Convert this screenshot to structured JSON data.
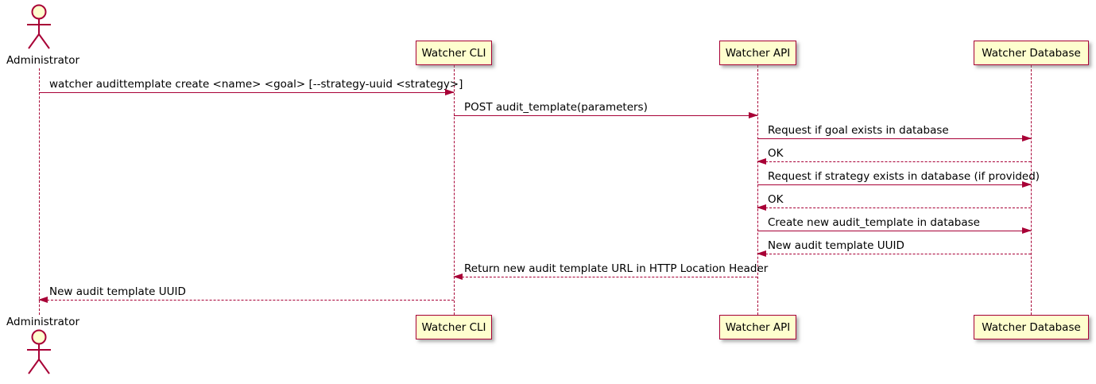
{
  "diagram_type": "sequence",
  "colors": {
    "accent": "#A80036",
    "participant_fill": "#FEFECE",
    "text": "#000000",
    "background": "#FFFFFF"
  },
  "participants": [
    {
      "label": "Administrator",
      "type": "actor"
    },
    {
      "label": "Watcher CLI",
      "type": "participant"
    },
    {
      "label": "Watcher API",
      "type": "participant"
    },
    {
      "label": "Watcher Database",
      "type": "participant"
    }
  ],
  "messages": [
    {
      "from": "Administrator",
      "to": "Watcher CLI",
      "style": "solid",
      "label": "watcher audittemplate create <name> <goal> [--strategy-uuid <strategy>]"
    },
    {
      "from": "Watcher CLI",
      "to": "Watcher API",
      "style": "solid",
      "label": "POST audit_template(parameters)"
    },
    {
      "from": "Watcher API",
      "to": "Watcher Database",
      "style": "solid",
      "label": "Request if goal exists in database"
    },
    {
      "from": "Watcher Database",
      "to": "Watcher API",
      "style": "dashed",
      "label": "OK"
    },
    {
      "from": "Watcher API",
      "to": "Watcher Database",
      "style": "solid",
      "label": "Request if strategy exists in database (if provided)"
    },
    {
      "from": "Watcher Database",
      "to": "Watcher API",
      "style": "dashed",
      "label": "OK"
    },
    {
      "from": "Watcher API",
      "to": "Watcher Database",
      "style": "solid",
      "label": "Create new audit_template in database"
    },
    {
      "from": "Watcher Database",
      "to": "Watcher API",
      "style": "dashed",
      "label": "New audit template UUID"
    },
    {
      "from": "Watcher API",
      "to": "Watcher CLI",
      "style": "dashed",
      "label": "Return new audit template URL in HTTP Location Header"
    },
    {
      "from": "Watcher CLI",
      "to": "Administrator",
      "style": "dashed",
      "label": "New audit template UUID"
    }
  ]
}
